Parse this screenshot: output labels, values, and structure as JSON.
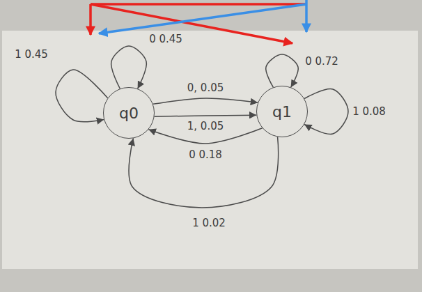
{
  "diagram": {
    "nodes": [
      {
        "text": [
          "q0"
        ]
      },
      {
        "text": [
          "q1"
        ]
      }
    ],
    "edges": [
      {
        "from": 0,
        "to": 0,
        "label": "1 0.45",
        "arrow": "to"
      },
      {
        "from": 0,
        "to": 0,
        "label": "0 0.45",
        "arrow": "to"
      },
      {
        "from": 1,
        "to": 1,
        "label": "0 0.72",
        "arrow": "to"
      },
      {
        "from": 1,
        "to": 1,
        "label": "1 0.08",
        "arrow": "to"
      },
      {
        "from": 0,
        "to": 1,
        "label": "0, 0.05",
        "arrow": "to"
      },
      {
        "from": 0,
        "to": 1,
        "label": "1, 0.05",
        "arrow": "to"
      },
      {
        "from": 1,
        "to": 0,
        "label": "0 0.18",
        "arrow": "to"
      },
      {
        "from": 1,
        "to": 0,
        "label": "1 0.02",
        "arrow": "to"
      }
    ]
  }
}
